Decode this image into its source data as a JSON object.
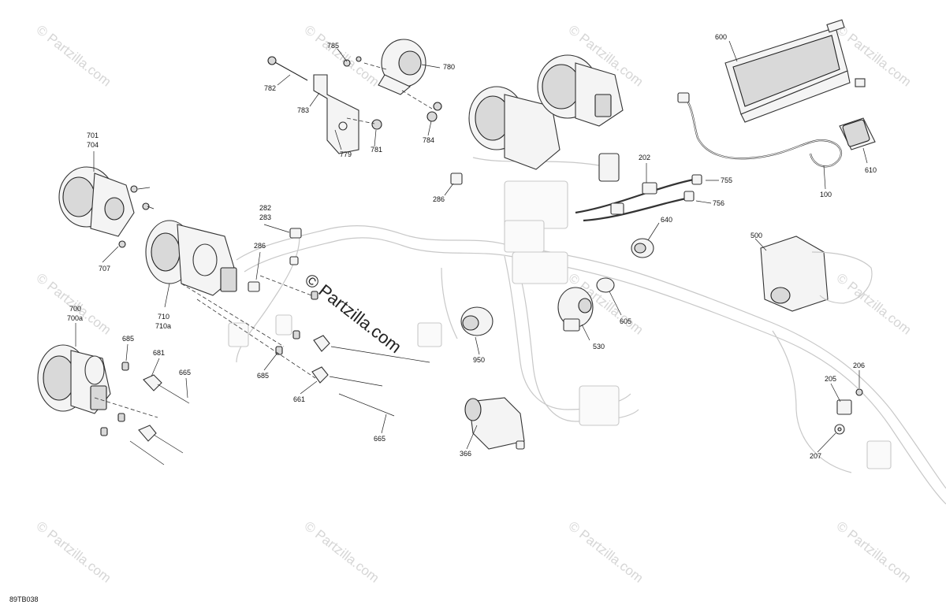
{
  "watermark": {
    "text": "© Partzilla.com"
  },
  "drawing_code": "89TB038",
  "callouts": [
    "785",
    "780",
    "782",
    "783",
    "779",
    "781",
    "784",
    "701",
    "704",
    "707",
    "282",
    "283",
    "286",
    "710",
    "710a",
    "700",
    "700a",
    "685",
    "681",
    "665",
    "685",
    "661",
    "665",
    "286",
    "202",
    "755",
    "756",
    "640",
    "605",
    "530",
    "950",
    "366",
    "600",
    "610",
    "100",
    "500",
    "205",
    "206",
    "207"
  ]
}
